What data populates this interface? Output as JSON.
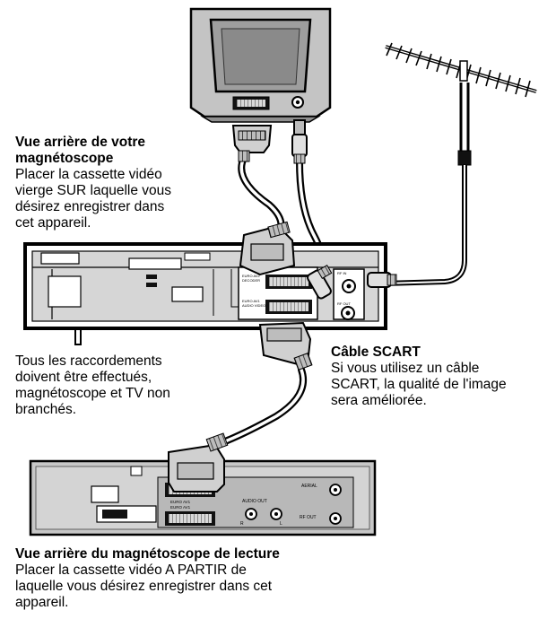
{
  "recorder_note": {
    "title_lines": [
      "Vue arrière de votre",
      "magnétoscope"
    ],
    "body_lines": [
      "Placer la cassette vidéo",
      "vierge SUR laquelle vous",
      "désirez enregistrer dans",
      "cet appareil."
    ]
  },
  "connection_note": {
    "lines": [
      "Tous les raccordements",
      "doivent être effectués,",
      "magnétoscope et TV non",
      "branchés."
    ]
  },
  "scart_note": {
    "title": "Câble SCART",
    "body_lines": [
      "Si vous utilisez un câble",
      "SCART, la qualité de l'image",
      "sera améliorée."
    ]
  },
  "player_note": {
    "title": "Vue arrière du magnétoscope de lecture",
    "body_lines": [
      "Placer la cassette vidéo A PARTIR de",
      "laquelle vous désirez enregistrer dans cet",
      "appareil."
    ]
  },
  "recorder_panel": {
    "euro_av2": "EURO AV2",
    "euro_av2_sub": "DECODER",
    "euro_av1": "EURO AV1",
    "euro_av1_sub": "AUDIO VIDEO",
    "rf_in": "RF IN",
    "rf_out": "RF OUT"
  },
  "player_panel": {
    "euro_av": "EURO AV1",
    "euro_av_sub": "EURO AV1",
    "audio_out": "AUDIO OUT",
    "audio_r": "R",
    "audio_l": "L",
    "aerial": "AERIAL",
    "rf_out": "RF OUT"
  }
}
